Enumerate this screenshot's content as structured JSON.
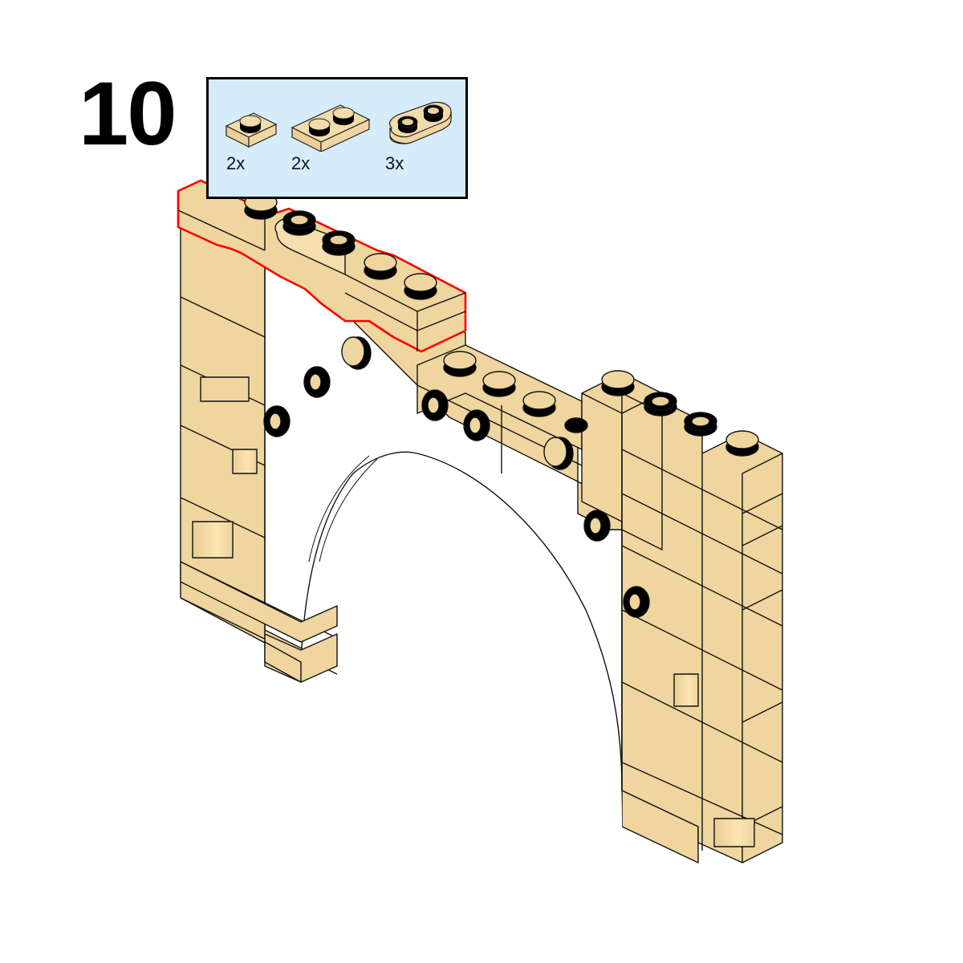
{
  "step": {
    "number": "10"
  },
  "parts_callout": {
    "background": "#d6ecfb",
    "border": "#000000",
    "parts": [
      {
        "name": "plate-1x1",
        "color": "tan",
        "quantity": "2x"
      },
      {
        "name": "plate-1x2",
        "color": "tan",
        "quantity": "2x"
      },
      {
        "name": "plate-1x2-rounded-open-studs",
        "color": "tan",
        "quantity": "3x"
      }
    ]
  },
  "model": {
    "description": "Tan brick arch wall with newly added plates highlighted",
    "brick_color": "#efd59e",
    "outline_color": "#000000",
    "highlight_color": "#ff0000"
  }
}
